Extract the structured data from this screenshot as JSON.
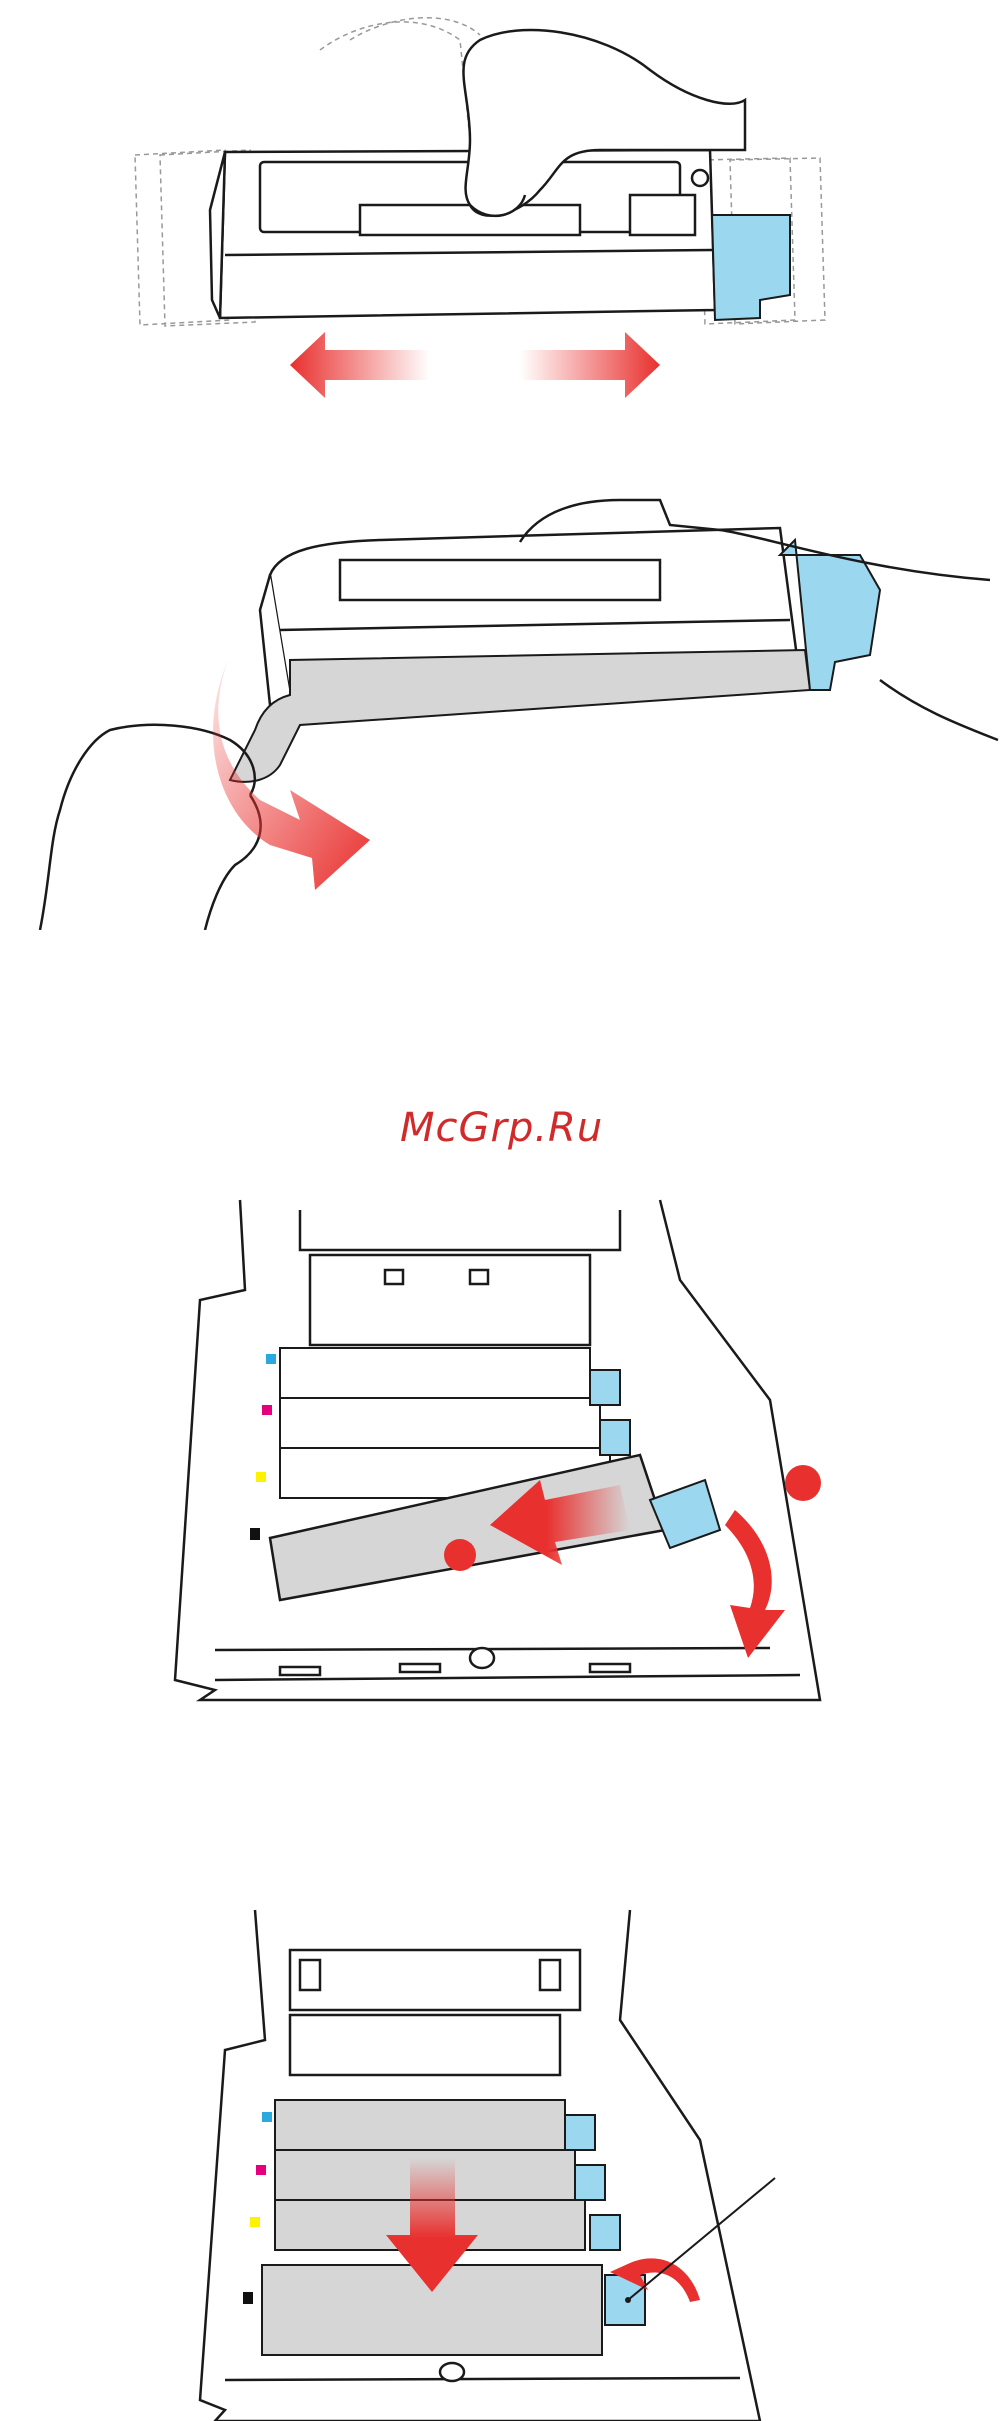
{
  "watermark": {
    "text": "McGrp.Ru"
  },
  "colors": {
    "arrow_red": "#e8302e",
    "latch_blue": "#9bd8f0",
    "cartridge_grey": "#d6d6d6",
    "outline": "#1a1a1a",
    "cyan_tab": "#29a9e0",
    "magenta_tab": "#e6007e",
    "yellow_tab": "#fff200",
    "black_tab": "#111111"
  },
  "illustrations": [
    {
      "name": "shake-toner-cartridge",
      "icon": "hand-shaking-cartridge-icon"
    },
    {
      "name": "remove-seal-tape",
      "icon": "hand-pulling-tape-icon"
    },
    {
      "name": "insert-toner-cartridge",
      "icon": "cartridge-insert-icon"
    },
    {
      "name": "lock-toner-lever",
      "icon": "cartridge-lock-icon"
    }
  ]
}
